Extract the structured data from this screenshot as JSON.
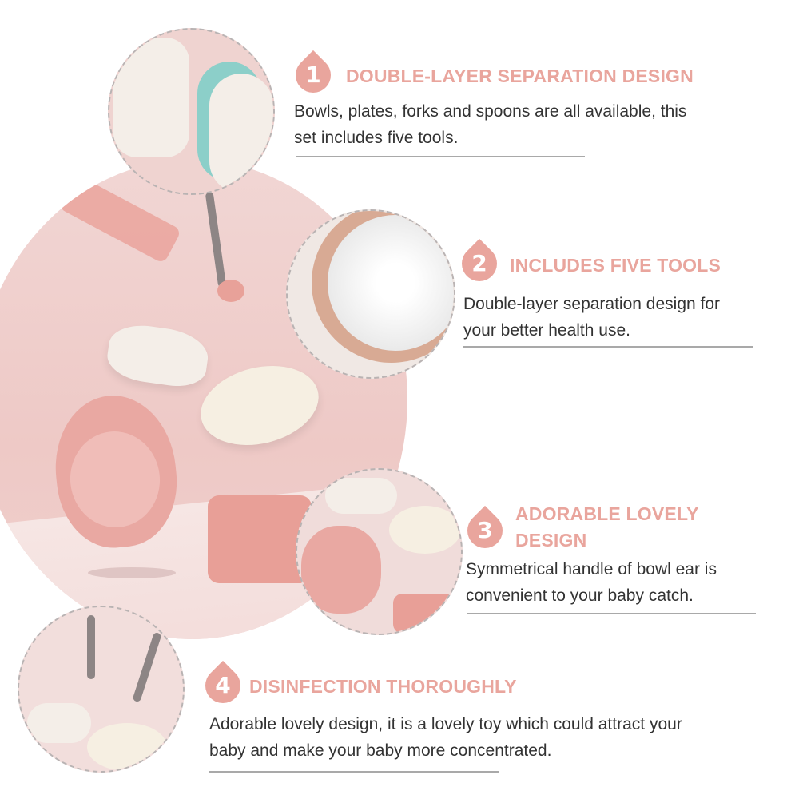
{
  "features": [
    {
      "number": "1",
      "title": "DOUBLE-LAYER SEPARATION DESIGN",
      "desc_line1": "Bowls, plates, forks and spoons are all available, this",
      "desc_line2": "set includes five tools."
    },
    {
      "number": "2",
      "title": "INCLUDES FIVE TOOLS",
      "desc_line1": "Double-layer separation design for",
      "desc_line2": "your better health use."
    },
    {
      "number": "3",
      "title_line1": "ADORABLE LOVELY",
      "title_line2": "DESIGN",
      "desc_line1": "Symmetrical handle of bowl ear is",
      "desc_line2": "convenient to your baby catch."
    },
    {
      "number": "4",
      "title": "DISINFECTION THOROUGHLY",
      "desc_line1": "Adorable lovely design, it is a lovely toy which could attract your",
      "desc_line2": "baby and make your baby more concentrated."
    }
  ],
  "colors": {
    "accent": "#e9a59d",
    "text": "#333333",
    "rule": "#a9a9a9"
  }
}
